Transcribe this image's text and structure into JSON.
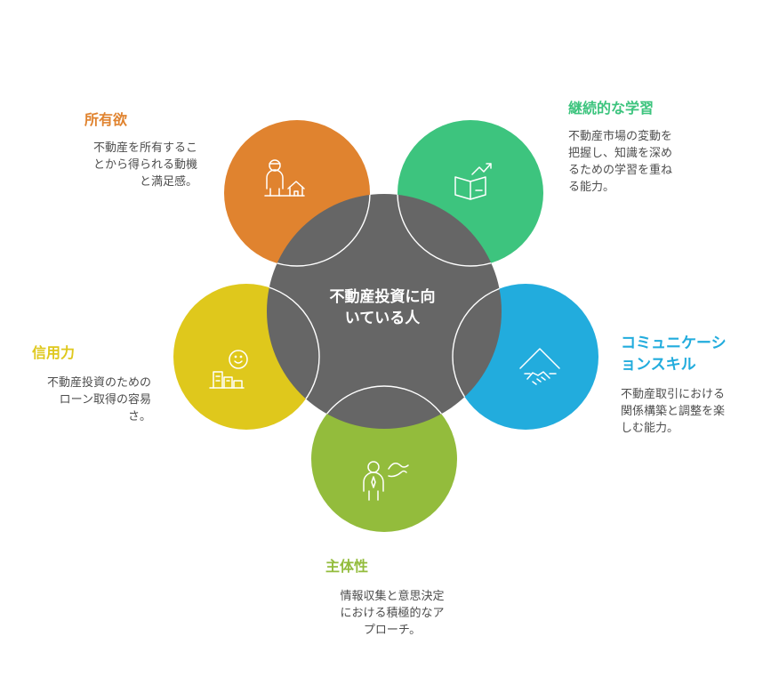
{
  "center": {
    "line1": "不動産投資に向",
    "line2": "いている人"
  },
  "colors": {
    "orange": "#E0832F",
    "green": "#3DC47E",
    "blue": "#22ACDD",
    "lime": "#93BC3C",
    "yellow": "#DFC81C",
    "center": "#666666"
  },
  "items": [
    {
      "title": "所有欲",
      "desc": [
        "不動産を所有するこ",
        "とから得られる動機",
        "と満足感。"
      ],
      "icon": "person-house-icon"
    },
    {
      "title": "継続的な学習",
      "desc": [
        "不動産市場の変動を",
        "把握し、知識を深め",
        "るための学習を重ね",
        "る能力。"
      ],
      "icon": "book-growth-icon"
    },
    {
      "title_lines": [
        "コミュニケーシ",
        "ョンスキル"
      ],
      "desc": [
        "不動産取引における",
        "関係構築と調整を楽",
        "しむ能力。"
      ],
      "icon": "handshake-house-icon"
    },
    {
      "title": "主体性",
      "desc": [
        "情報収集と意思決定",
        "における積極的なア",
        "プローチ。"
      ],
      "icon": "person-speaking-icon"
    },
    {
      "title": "信用力",
      "desc": [
        "不動産投資のための",
        "ローン取得の容易",
        "さ。"
      ],
      "icon": "smile-building-icon"
    }
  ]
}
